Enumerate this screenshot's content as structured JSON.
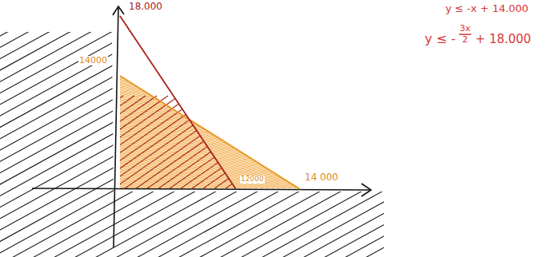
{
  "diagram": {
    "labels": [
      "18.000",
      "14000",
      "12000",
      "14 000",
      "y ≤ -x + 14.000",
      "y ≤ -",
      "3x",
      "2",
      "+ 18.000"
    ]
  }
}
